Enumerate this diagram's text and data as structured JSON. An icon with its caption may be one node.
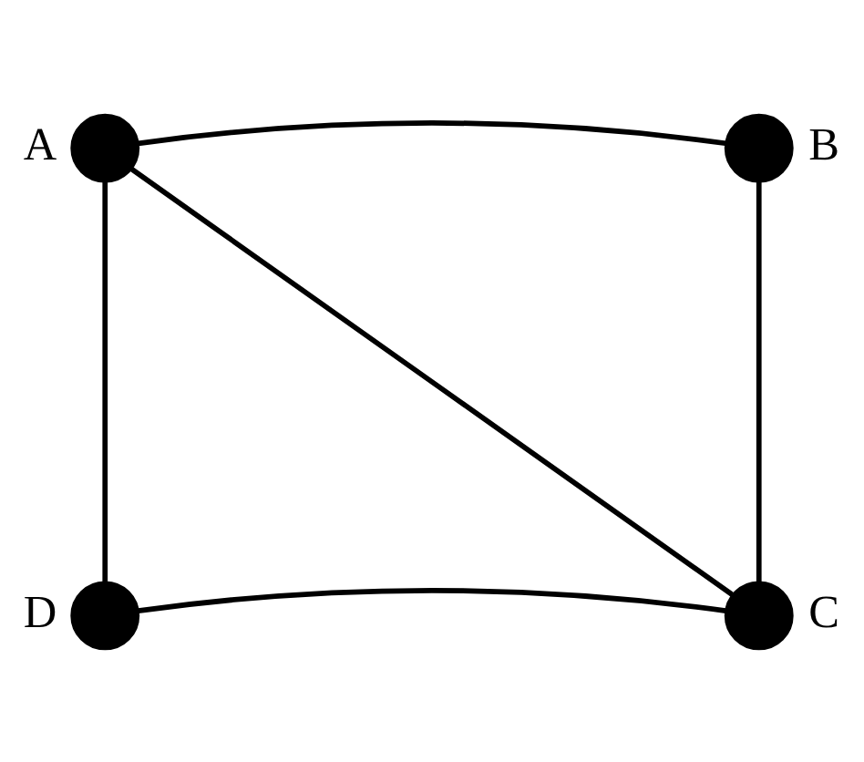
{
  "diagram": {
    "nodes": [
      {
        "text": [],
        "shape": "circle",
        "beside": [
          "A"
        ]
      },
      {
        "text": [],
        "shape": "circle",
        "beside": [
          "B"
        ]
      },
      {
        "text": [],
        "shape": "circle",
        "beside": [
          "C"
        ]
      },
      {
        "text": [],
        "shape": "circle",
        "beside": [
          "D"
        ]
      }
    ],
    "edges": [
      {
        "from": 0,
        "to": 1,
        "arrow": "none"
      },
      {
        "from": 0,
        "to": 2,
        "arrow": "none"
      },
      {
        "from": 0,
        "to": 3,
        "arrow": "none"
      },
      {
        "from": 1,
        "to": 2,
        "arrow": "none"
      },
      {
        "from": 3,
        "to": 2,
        "arrow": "none"
      }
    ]
  }
}
